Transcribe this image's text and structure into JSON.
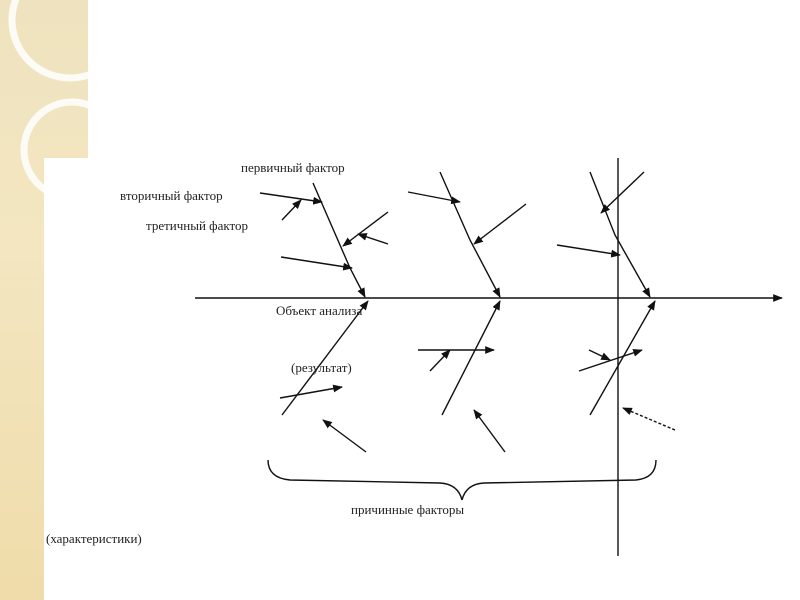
{
  "slide": {
    "theme_colors": {
      "band": "#f1e2b8",
      "ring": "#ffffff",
      "ink": "#111111"
    }
  },
  "diagram": {
    "type": "fishbone (Ishikawa) diagram",
    "labels": {
      "primary_factor": "первичный фактор",
      "secondary_factor": "вторичный фактор",
      "tertiary_factor": "третичный фактор",
      "object_line1": "Объект анализа",
      "object_line2": "(результат)",
      "causal_factors": "причинные факторы",
      "characteristics": "(характеристики)"
    }
  }
}
